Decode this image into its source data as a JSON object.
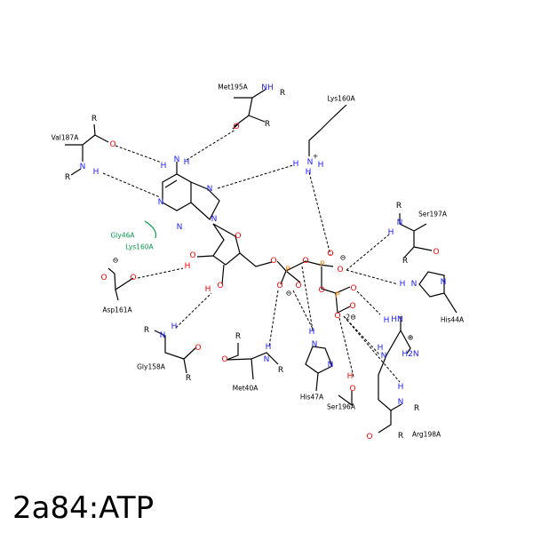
{
  "title": "2a84:ATP",
  "colors": {
    "N": "#2020ff",
    "O": "#ff0000",
    "P": "#ff8000",
    "C": "#000000",
    "H": "#000000",
    "R": "#000000",
    "hydrophobic": "#0a9a4e"
  },
  "residues": {
    "met195": "Met195A",
    "lys160_top": "Lys160A",
    "val187": "Val187A",
    "ser197": "Ser197A",
    "gly46": "Gly46A",
    "lys160_hyd": "Lys160A",
    "his44": "His44A",
    "asp161": "Asp161A",
    "gly158": "Gly158A",
    "met40": "Met40A",
    "his47": "His47A",
    "ser196": "Ser196A",
    "arg198": "Arg198A"
  },
  "atom_labels": {
    "N": "N",
    "O": "O",
    "P": "P",
    "H": "H",
    "R": "R",
    "NH": "NH",
    "H2N": "H2N",
    "HN": "HN",
    "NH_plus": "N",
    "H3": "H"
  },
  "charges": {
    "minus": "⊖",
    "plus": "⊕",
    "two_minus": "2⊖",
    "plus_sup": "+"
  }
}
